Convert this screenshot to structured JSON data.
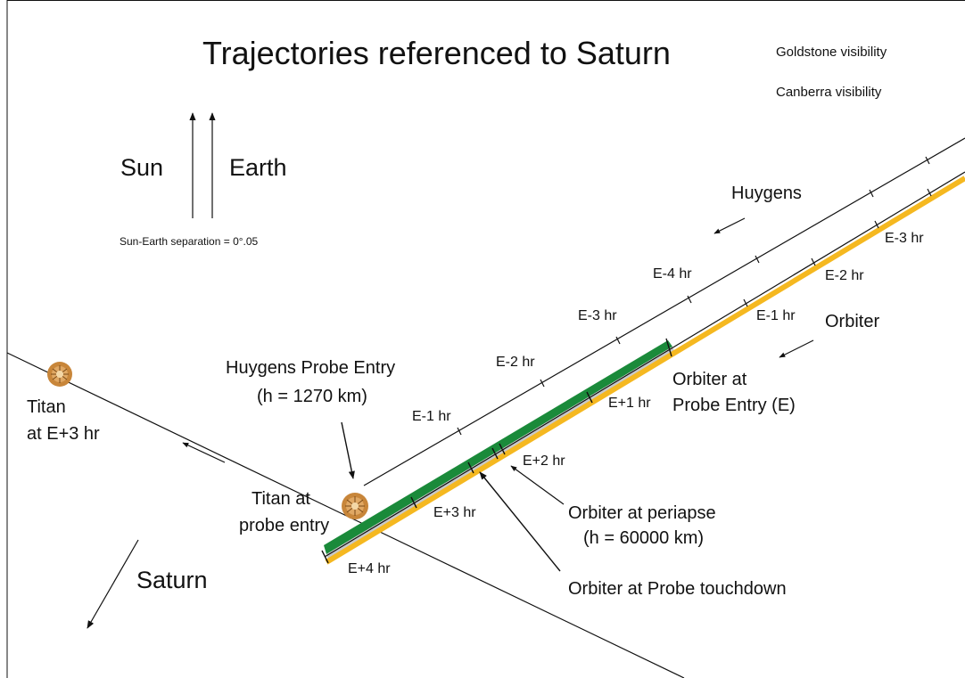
{
  "title": "Trajectories referenced to Saturn",
  "legend": {
    "goldstone": "Goldstone visibility",
    "canberra": "Canberra visibility"
  },
  "directions": {
    "sun": "Sun",
    "earth": "Earth",
    "separation": "Sun-Earth separation = 0°.05",
    "saturn": "Saturn"
  },
  "huygens": {
    "label": "Huygens",
    "times": [
      "E-4 hr",
      "E-3 hr",
      "E-2 hr",
      "E-1 hr"
    ]
  },
  "orbiter": {
    "label": "Orbiter",
    "times": [
      "E-3 hr",
      "E-2 hr",
      "E-1 hr",
      "E+1 hr",
      "E+2 hr",
      "E+3 hr",
      "E+4 hr"
    ]
  },
  "annotations": {
    "probe_entry_1": "Huygens Probe Entry",
    "probe_entry_2": "(h = 1270 km)",
    "orbiter_entry_1": "Orbiter at",
    "orbiter_entry_2": "Probe Entry (E)",
    "periapse_1": "Orbiter at periapse",
    "periapse_2": "(h = 60000 km)",
    "touchdown": "Orbiter at Probe touchdown"
  },
  "titan": {
    "later_1": "Titan",
    "later_2": "at E+3 hr",
    "entry_1": "Titan at",
    "entry_2": "probe entry"
  },
  "colors": {
    "goldstone": "#1a8a3a",
    "canberra": "#f5b820",
    "lines": "#111111",
    "shade": "#c8c8c8",
    "titan": "#c8863a"
  },
  "icons": [
    "arrow-icon",
    "titan-icon"
  ]
}
